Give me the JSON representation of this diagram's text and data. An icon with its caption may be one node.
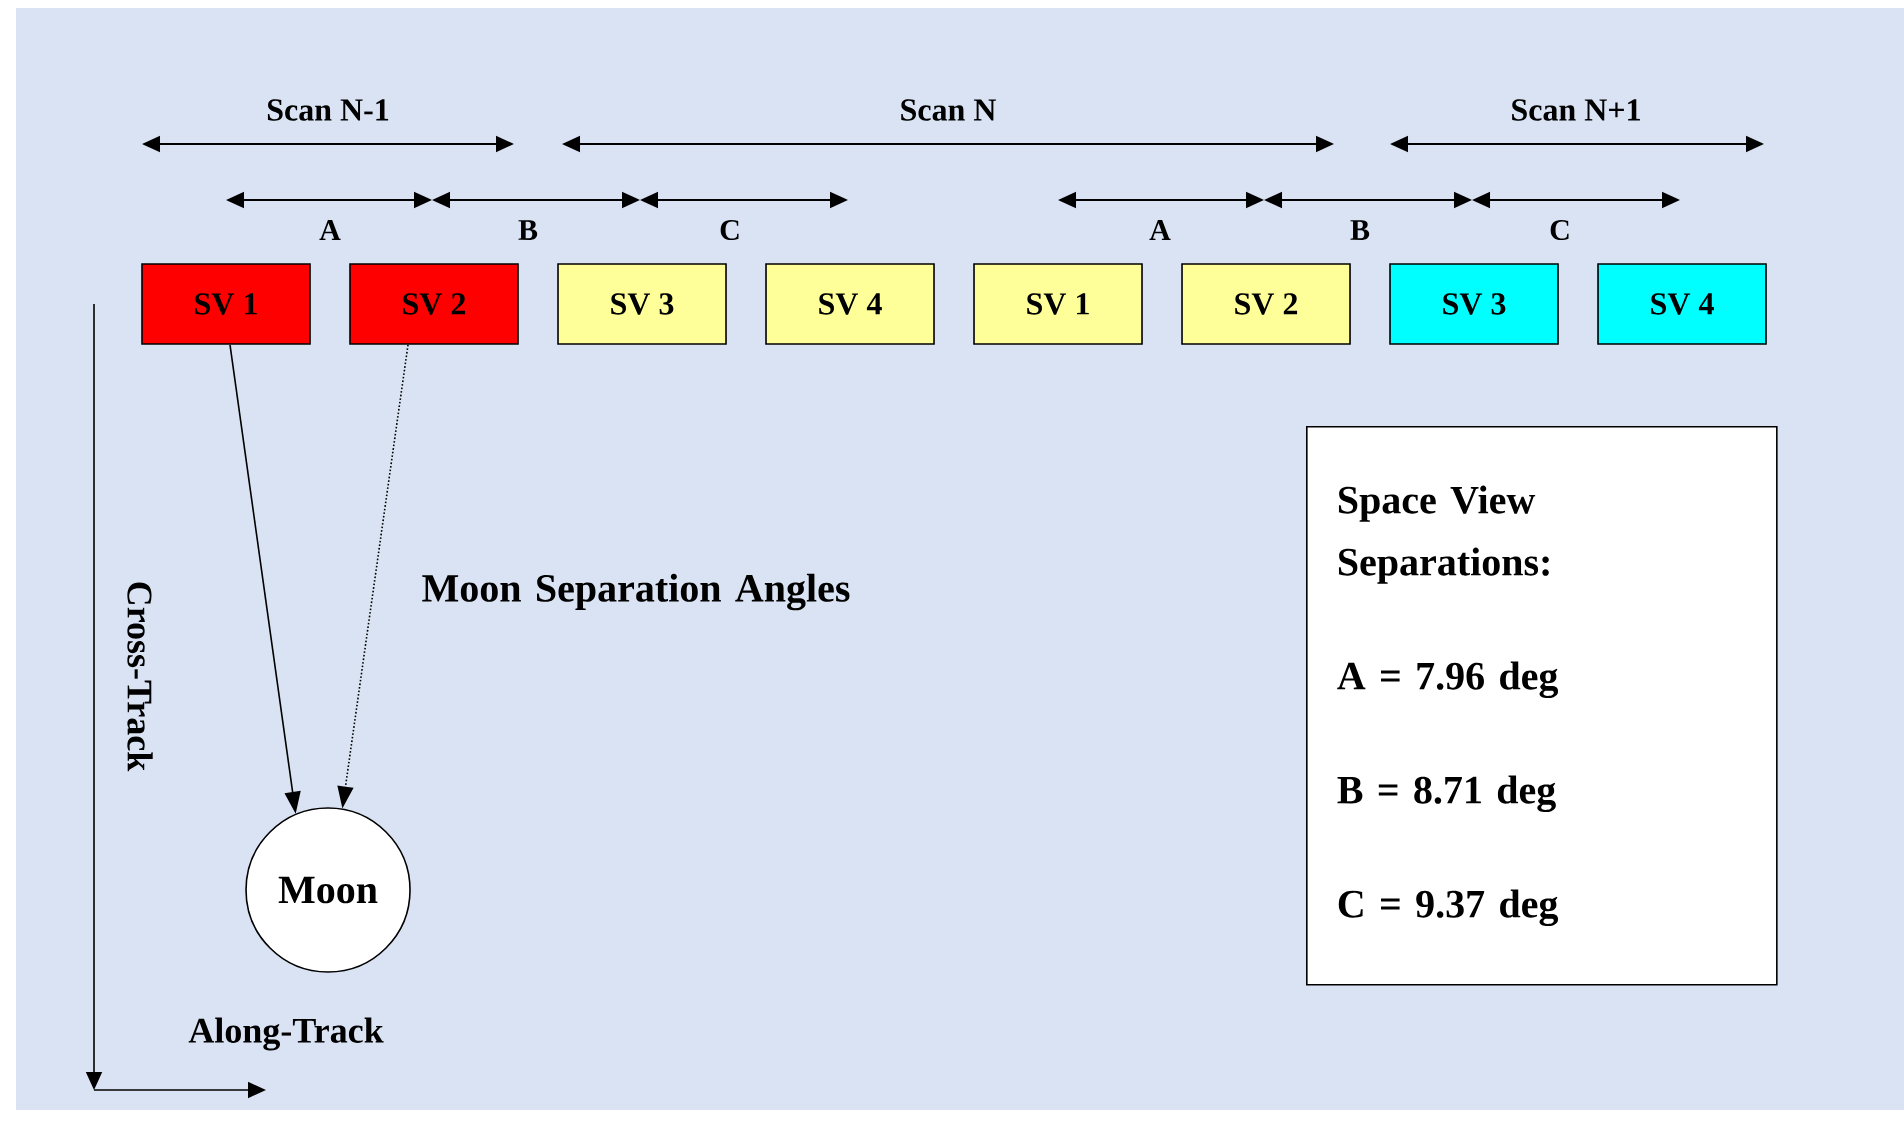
{
  "diagram": {
    "nodes": [
      {
        "text": [
          "SV 1"
        ]
      },
      {
        "text": [
          "SV 2"
        ]
      },
      {
        "text": [
          "SV 3"
        ]
      },
      {
        "text": [
          "SV 4"
        ]
      },
      {
        "text": [
          "SV 1"
        ]
      },
      {
        "text": [
          "SV 2"
        ]
      },
      {
        "text": [
          "SV 3"
        ]
      },
      {
        "text": [
          "SV 4"
        ]
      },
      {
        "text": [
          "Moon"
        ]
      },
      {
        "text": [
          "Space View Separations:",
          "A = 7.96 deg",
          "B = 8.71 deg",
          "C = 9.37 deg"
        ]
      }
    ],
    "edges": [
      {
        "from": 0,
        "to": 8,
        "arrow": "to"
      },
      {
        "from": 1,
        "to": 8,
        "arrow": "to",
        "style": "dashed"
      }
    ],
    "labels": [
      "Scan N-1",
      "Scan N",
      "Scan N+1",
      "A",
      "B",
      "C",
      "A",
      "B",
      "C",
      "Moon Separation Angles",
      "Cross-Track",
      "Along-Track"
    ]
  }
}
